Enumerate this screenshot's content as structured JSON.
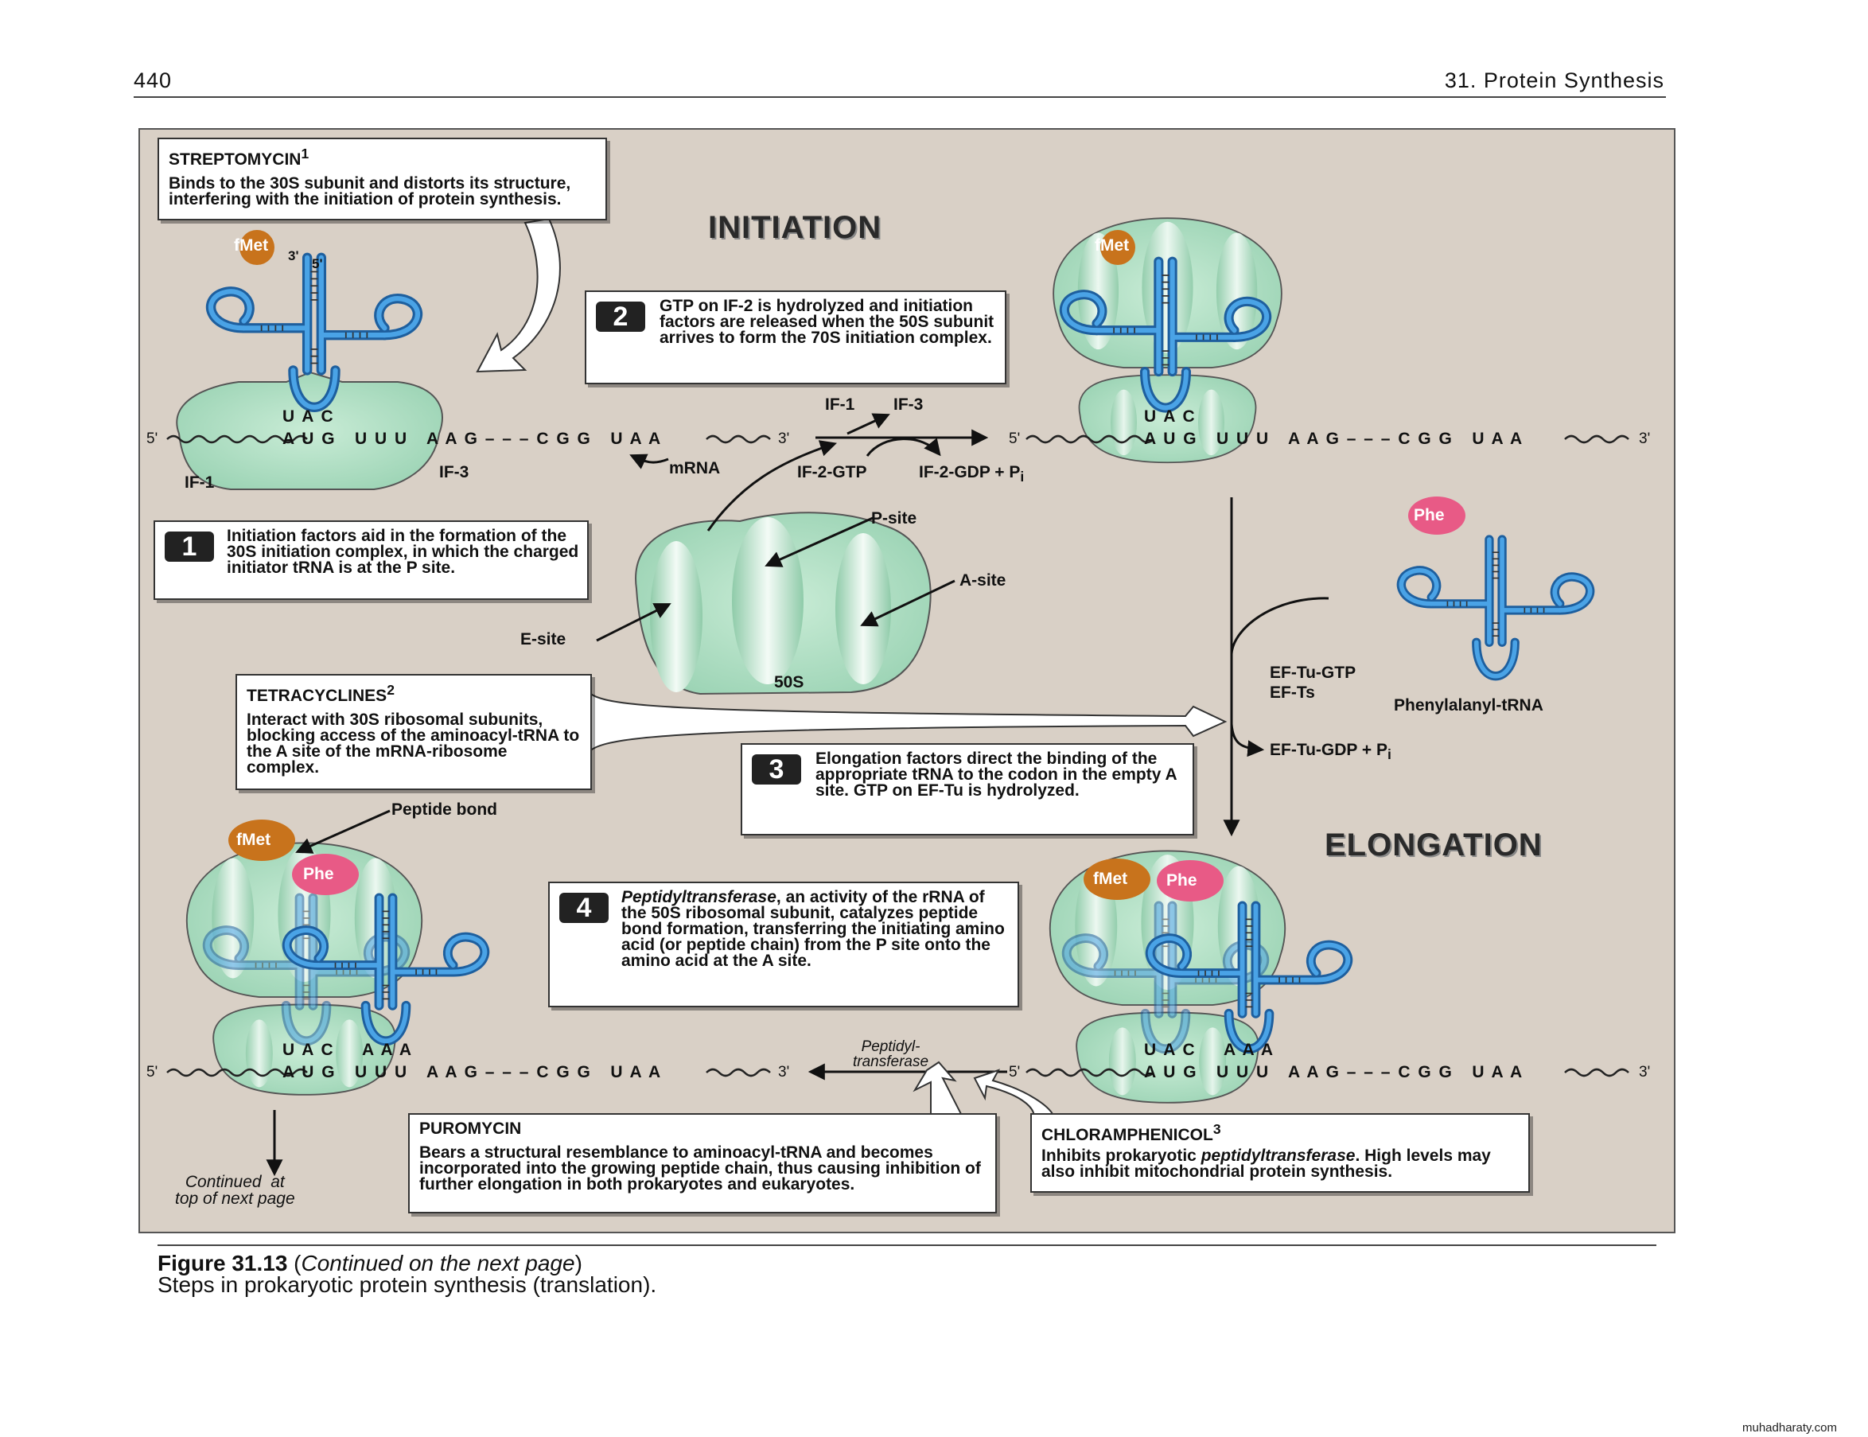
{
  "header": {
    "page_number": "440",
    "chapter": "31. Protein Synthesis"
  },
  "titles": {
    "initiation": "INITIATION",
    "elongation": "ELONGATION"
  },
  "streptomycin": {
    "title": "STREPTOMYCIN",
    "sup": "1",
    "text": "Binds to the 30S subunit and distorts its structure, interfering with the initiation of protein synthesis."
  },
  "tetracyclines": {
    "title": "TETRACYCLINES",
    "sup": "2",
    "text": "Interact with 30S ribosomal subunits, blocking access of the aminoacyl-tRNA to the A site of the mRNA-ribosome complex."
  },
  "puromycin": {
    "title": "PUROMYCIN",
    "text": "Bears a structural resemblance to aminoacyl-tRNA and becomes incorporated into the growing peptide chain, thus causing inhibition of further elongation in both prokaryotes and eukaryotes."
  },
  "chloramphenicol": {
    "title": "CHLORAMPHENICOL",
    "sup": "3",
    "text_a": "Inhibits prokaryotic ",
    "text_italic": "peptidyltransferase",
    "text_b": ". High levels may also inhibit mitochondrial protein synthesis."
  },
  "steps": [
    {
      "num": "1",
      "text": "Initiation factors aid in the formation of the 30S initiation complex, in which the charged initiator tRNA is at the P site."
    },
    {
      "num": "2",
      "text": "GTP on IF-2 is hydrolyzed and initiation factors are released when the 50S subunit arrives to form the 70S initiation complex."
    },
    {
      "num": "3",
      "text": "Elongation factors direct the binding of the appropriate tRNA to the codon in the empty A site. GTP on EF-Tu is hydrolyzed."
    },
    {
      "num": "4",
      "text_italic": "Peptidyltransferase",
      "text": ", an activity of the rRNA of the 50S ribosomal subunit, catalyzes peptide bond formation, transferring the initiating amino acid (or peptide chain) from the P site onto the amino acid at the A site."
    }
  ],
  "labels": {
    "fmet": "fMet",
    "phe": "Phe",
    "three_prime": "3'",
    "five_prime": "5'",
    "anticodon1": "U A C",
    "anticodon2": "A A A",
    "mrna_seq": "A U G   U U U   A A G – – – C G G   U A A",
    "if1": "IF-1",
    "if3": "IF-3",
    "mrna": "mRNA",
    "if2gtp": "IF-2-GTP",
    "if2gdp": "IF-2-GDP + P",
    "pi_sub": "i",
    "psite": "P-site",
    "asite": "A-site",
    "esite": "E-site",
    "s50": "50S",
    "eftu_gtp": "EF-Tu-GTP",
    "efts": "EF-Ts",
    "eftu_gdp": "EF-Tu-GDP + P",
    "phe_trna": "Phenylalanyl-tRNA",
    "peptide_bond": "Peptide bond",
    "peptidyl_transferase": "Peptidyl-\ntransferase",
    "continued": "Continued  at\ntop of next page"
  },
  "caption": {
    "fig": "Figure 31.13",
    "continued": "Continued on the next page",
    "text": "Steps in prokaryotic protein synthesis (translation)."
  },
  "watermark": "muhadharaty.com",
  "colors": {
    "panel": "#d9d0c6",
    "ribosome": "#a9dcc0",
    "trna": "#2f80c8",
    "fmet": "#c8731c",
    "phe": "#e85a86"
  }
}
